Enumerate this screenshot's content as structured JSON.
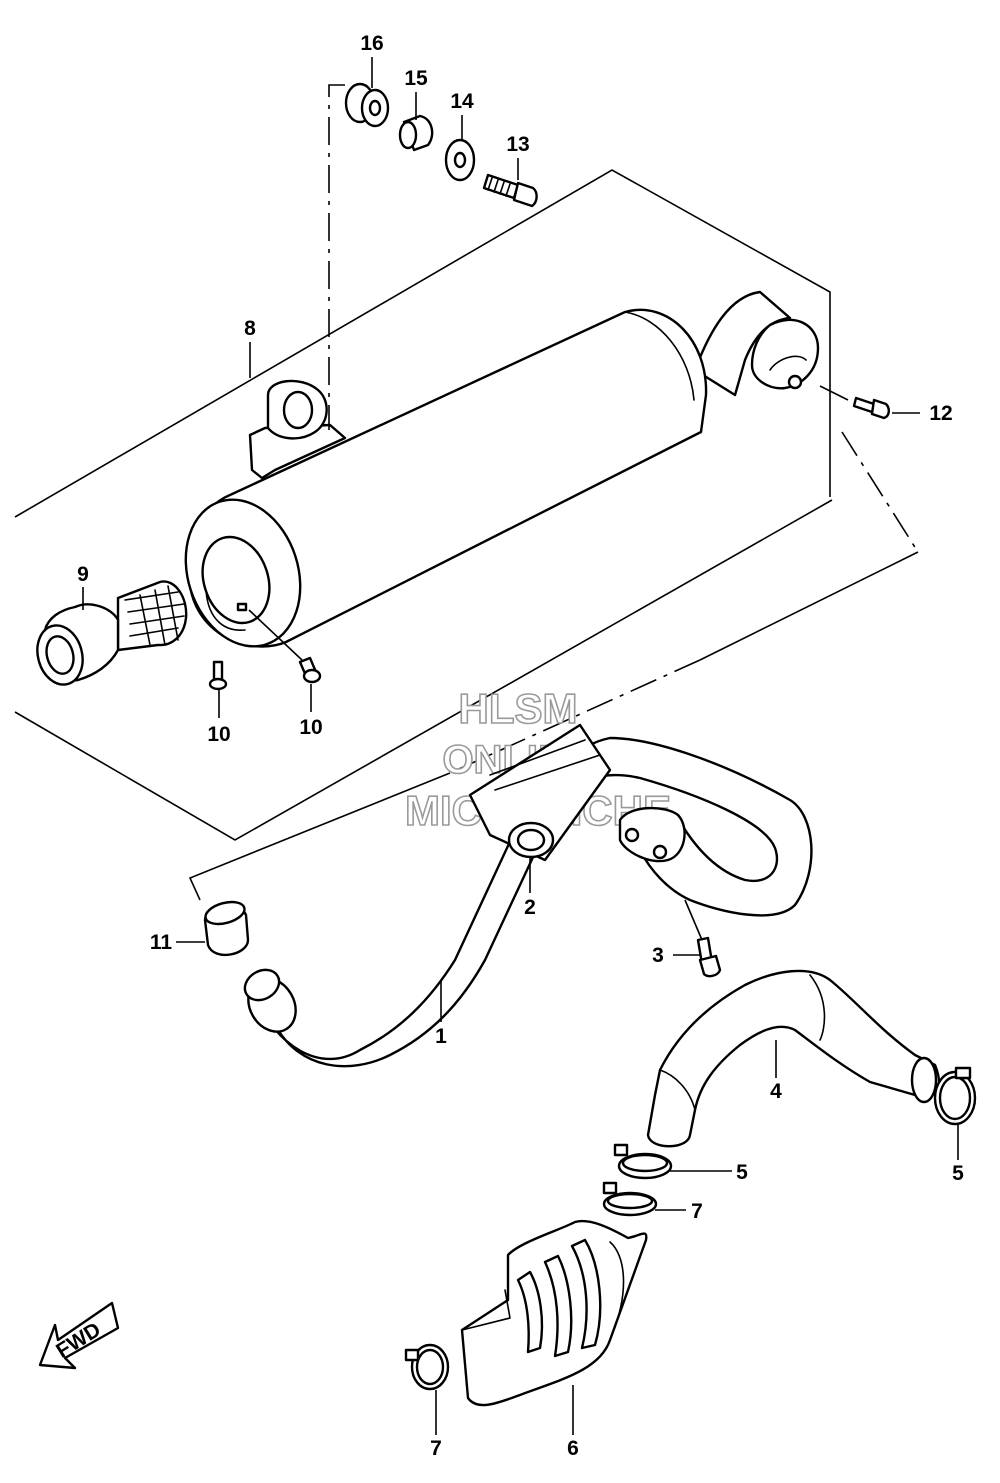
{
  "watermark": {
    "line1": "HLSM",
    "line2": "ONLINE",
    "line3": "MICROFICHE"
  },
  "arrow_label": "FWD",
  "callouts": {
    "c1": "1",
    "c2": "2",
    "c3": "3",
    "c4": "4",
    "c5a": "5",
    "c5b": "5",
    "c6": "6",
    "c7a": "7",
    "c7b": "7",
    "c8": "8",
    "c9": "9",
    "c10a": "10",
    "c10b": "10",
    "c11": "11",
    "c12": "12",
    "c13": "13",
    "c14": "14",
    "c15": "15",
    "c16": "16"
  },
  "parts": [
    {
      "no": "1",
      "icon": "exhaust-pipe-icon"
    },
    {
      "no": "2",
      "icon": "gasket-icon"
    },
    {
      "no": "3",
      "icon": "bolt-icon"
    },
    {
      "no": "4",
      "icon": "joint-pipe-icon"
    },
    {
      "no": "5",
      "icon": "hose-clamp-icon"
    },
    {
      "no": "6",
      "icon": "heat-shield-icon"
    },
    {
      "no": "7",
      "icon": "hose-clamp-icon"
    },
    {
      "no": "8",
      "icon": "muffler-icon"
    },
    {
      "no": "9",
      "icon": "spark-arrester-icon"
    },
    {
      "no": "10",
      "icon": "screw-icon"
    },
    {
      "no": "11",
      "icon": "gasket-sleeve-icon"
    },
    {
      "no": "12",
      "icon": "bolt-icon"
    },
    {
      "no": "13",
      "icon": "bolt-icon"
    },
    {
      "no": "14",
      "icon": "washer-icon"
    },
    {
      "no": "15",
      "icon": "spacer-icon"
    },
    {
      "no": "16",
      "icon": "cushion-icon"
    }
  ]
}
